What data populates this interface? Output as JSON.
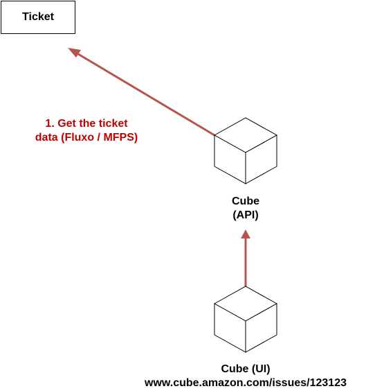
{
  "colors": {
    "arrow": "#b85450",
    "step_text": "#c00000",
    "text": "#000000",
    "stroke": "#000000"
  },
  "nodes": {
    "ticket": {
      "label": "Ticket"
    },
    "cube_api": {
      "line1": "Cube",
      "line2": "(API)",
      "icon": "cube-icon"
    },
    "cube_ui": {
      "line1": "Cube (UI)",
      "url": "www.cube.amazon.com/issues/123123",
      "icon": "cube-icon"
    }
  },
  "edges": [
    {
      "from": "cube_api",
      "to": "ticket",
      "line1": "1. Get the ticket",
      "line2": "data (Fluxo / MFPS)"
    },
    {
      "from": "cube_ui",
      "to": "cube_api"
    }
  ]
}
